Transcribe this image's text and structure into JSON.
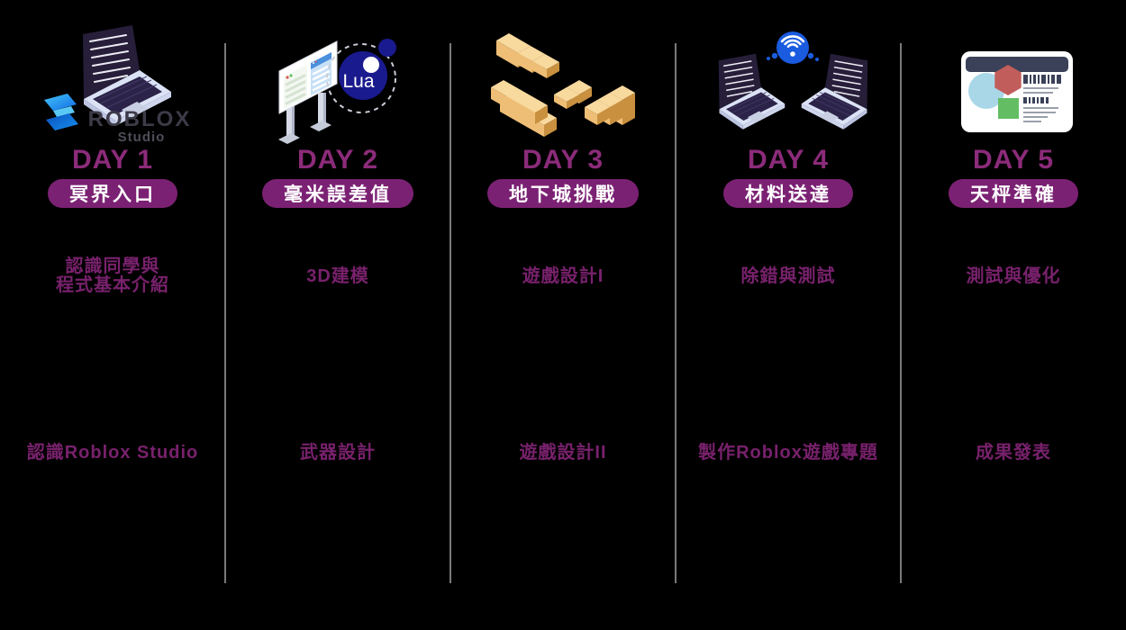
{
  "colors": {
    "background": "#000000",
    "day_heading": "#8C2B7A",
    "badge_background": "#7B2173",
    "badge_text": "#FFFFFF",
    "item_text": "#78216C",
    "divider": "#7A7A7A",
    "lua_navy": "#1A1A8F",
    "wifi_blue": "#1A5BE0",
    "block_tan_top": "#F8D99E",
    "block_tan_left": "#EFBE76",
    "block_tan_right": "#C8903F",
    "roblox_logo_blue": "#1B9DE2",
    "board_bar_slate": "#3A4158",
    "shape_blue": "#A9D7E8",
    "shape_red": "#C15D5B",
    "shape_green": "#63BE63"
  },
  "icons": {
    "day1": {
      "name": "roblox-studio-laptop",
      "logo_title": "ROBLOX",
      "logo_subtitle": "Studio"
    },
    "day2": {
      "name": "billboard-lua",
      "lua_label": "Lua"
    },
    "day3": {
      "name": "isometric-blocks"
    },
    "day4": {
      "name": "laptops-wifi"
    },
    "day5": {
      "name": "presentation-board"
    }
  },
  "columns": [
    {
      "day_label": "DAY 1",
      "badge_label": "冥界入口",
      "item1_line1": "認識同學與",
      "item1_line2": "程式基本介紹",
      "item2": "認識Roblox Studio"
    },
    {
      "day_label": "DAY 2",
      "badge_label": "毫米誤差值",
      "item1_line1": "3D建模",
      "item2": "武器設計"
    },
    {
      "day_label": "DAY 3",
      "badge_label": "地下城挑戰",
      "item1_line1": "遊戲設計I",
      "item2": "遊戲設計II"
    },
    {
      "day_label": "DAY 4",
      "badge_label": "材料送達",
      "item1_line1": "除錯與測試",
      "item2": "製作Roblox遊戲專題"
    },
    {
      "day_label": "DAY 5",
      "badge_label": "天枰準確",
      "item1_line1": "測試與優化",
      "item2": "成果發表"
    }
  ]
}
